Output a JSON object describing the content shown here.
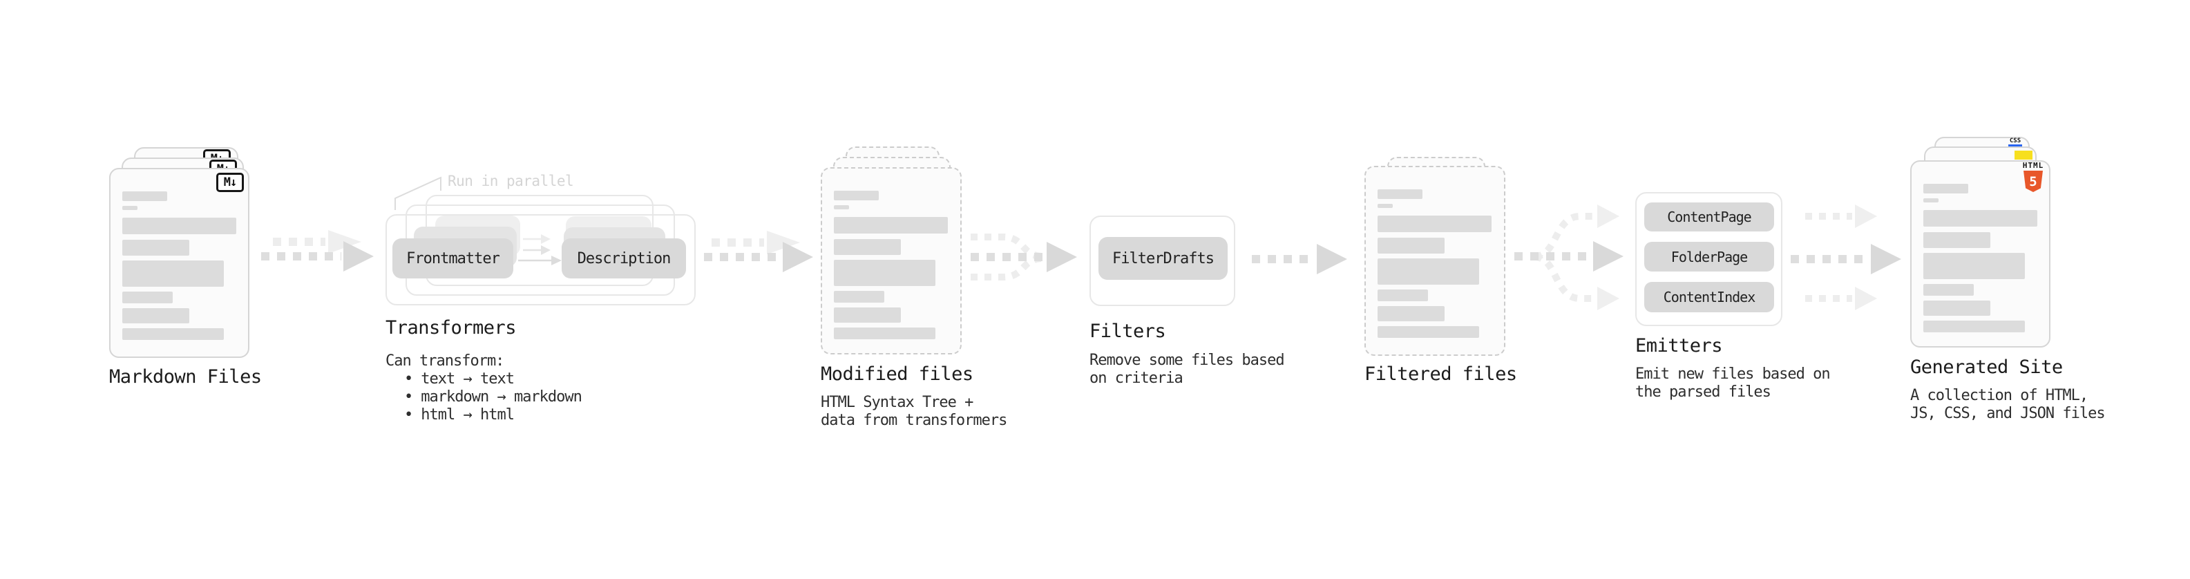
{
  "colors": {
    "html5_orange": "#e8572a",
    "js_yellow": "#f7df1e",
    "css_blue": "#2965f1"
  },
  "stages": {
    "markdown_files": {
      "label": "Markdown Files",
      "badge": "M↓"
    },
    "transformers": {
      "label": "Transformers",
      "note": "Run in parallel",
      "buttons": [
        "Frontmatter",
        "Description"
      ],
      "desc_heading": "Can transform:",
      "bullet_char": "•",
      "bullets": [
        "text → text",
        "markdown → markdown",
        "html → html"
      ]
    },
    "modified_files": {
      "label": "Modified files",
      "desc": [
        "HTML Syntax Tree +",
        "data from transformers"
      ]
    },
    "filters": {
      "label": "Filters",
      "buttons": [
        "FilterDrafts"
      ],
      "desc": [
        "Remove some files based",
        "on criteria"
      ]
    },
    "filtered_files": {
      "label": "Filtered files"
    },
    "emitters": {
      "label": "Emitters",
      "buttons": [
        "ContentPage",
        "FolderPage",
        "ContentIndex"
      ],
      "desc": [
        "Emit new files based on",
        "the parsed files"
      ]
    },
    "generated_site": {
      "label": "Generated Site",
      "desc": [
        "A collection of HTML,",
        "JS, CSS, and JSON files"
      ],
      "css_badge_text": "CSS",
      "html_badge_text": "HTML",
      "shield_text": "5"
    }
  }
}
